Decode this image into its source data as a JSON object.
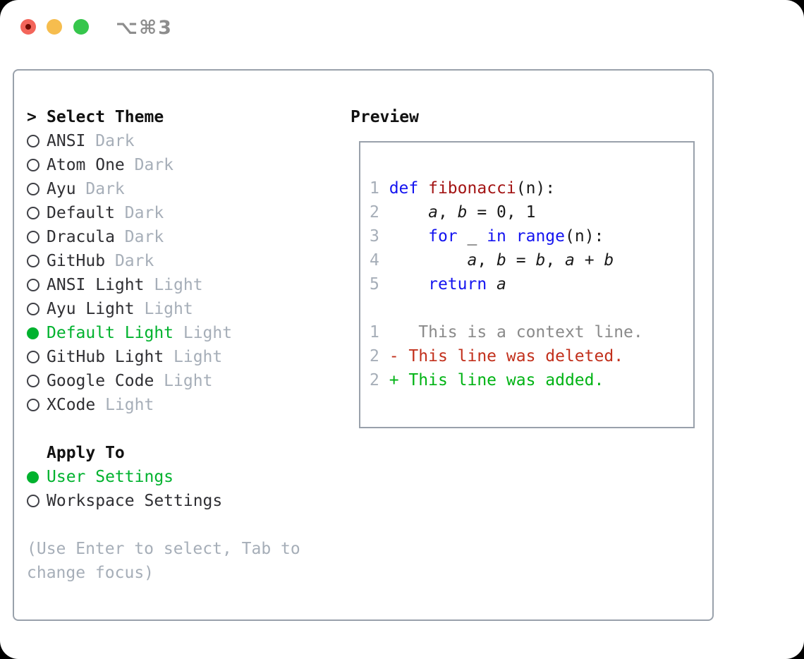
{
  "titlebar": {
    "title": "⌥⌘3"
  },
  "theme_selector": {
    "cursor": ">",
    "header": "Select Theme",
    "themes": [
      {
        "name": "ANSI",
        "variant": "Dark",
        "selected": false
      },
      {
        "name": "Atom One",
        "variant": "Dark",
        "selected": false
      },
      {
        "name": "Ayu",
        "variant": "Dark",
        "selected": false
      },
      {
        "name": "Default",
        "variant": "Dark",
        "selected": false
      },
      {
        "name": "Dracula",
        "variant": "Dark",
        "selected": false
      },
      {
        "name": "GitHub",
        "variant": "Dark",
        "selected": false
      },
      {
        "name": "ANSI Light",
        "variant": "Light",
        "selected": false
      },
      {
        "name": "Ayu Light",
        "variant": "Light",
        "selected": false
      },
      {
        "name": "Default Light",
        "variant": "Light",
        "selected": true
      },
      {
        "name": "GitHub Light",
        "variant": "Light",
        "selected": false
      },
      {
        "name": "Google Code",
        "variant": "Light",
        "selected": false
      },
      {
        "name": "XCode",
        "variant": "Light",
        "selected": false
      }
    ],
    "apply_to": {
      "header": "Apply To",
      "options": [
        {
          "name": "User Settings",
          "selected": true
        },
        {
          "name": "Workspace Settings",
          "selected": false
        }
      ]
    },
    "hint_lines": [
      "(Use Enter to select, Tab to",
      "change focus)"
    ]
  },
  "preview": {
    "header": "Preview",
    "lines": [
      {
        "num": "1",
        "tokens": [
          {
            "t": "def",
            "c": "kw"
          },
          {
            "t": " ",
            "c": "pl"
          },
          {
            "t": "fibonacci",
            "c": "fn"
          },
          {
            "t": "(n):",
            "c": "pl"
          }
        ]
      },
      {
        "num": "2",
        "tokens": [
          {
            "t": "    ",
            "c": "pl"
          },
          {
            "t": "a",
            "c": "var"
          },
          {
            "t": ", ",
            "c": "pl"
          },
          {
            "t": "b",
            "c": "var"
          },
          {
            "t": " = 0, 1",
            "c": "pl"
          }
        ]
      },
      {
        "num": "3",
        "tokens": [
          {
            "t": "    ",
            "c": "pl"
          },
          {
            "t": "for",
            "c": "kw"
          },
          {
            "t": " _ ",
            "c": "pl"
          },
          {
            "t": "in",
            "c": "kw"
          },
          {
            "t": " ",
            "c": "pl"
          },
          {
            "t": "range",
            "c": "kw"
          },
          {
            "t": "(n):",
            "c": "pl"
          }
        ]
      },
      {
        "num": "4",
        "tokens": [
          {
            "t": "        ",
            "c": "pl"
          },
          {
            "t": "a",
            "c": "var"
          },
          {
            "t": ", ",
            "c": "pl"
          },
          {
            "t": "b",
            "c": "var"
          },
          {
            "t": " = ",
            "c": "pl"
          },
          {
            "t": "b",
            "c": "var"
          },
          {
            "t": ", ",
            "c": "pl"
          },
          {
            "t": "a",
            "c": "var"
          },
          {
            "t": " + ",
            "c": "pl"
          },
          {
            "t": "b",
            "c": "var"
          }
        ]
      },
      {
        "num": "5",
        "tokens": [
          {
            "t": "    ",
            "c": "pl"
          },
          {
            "t": "return",
            "c": "kw"
          },
          {
            "t": " ",
            "c": "pl"
          },
          {
            "t": "a",
            "c": "var"
          }
        ]
      },
      {
        "num": "",
        "tokens": []
      },
      {
        "num": "1",
        "tokens": [
          {
            "t": "   This is a context line.",
            "c": "ctx"
          }
        ]
      },
      {
        "num": "2",
        "tokens": [
          {
            "t": "- This line was deleted.",
            "c": "del"
          }
        ]
      },
      {
        "num": "2",
        "tokens": [
          {
            "t": "+ This line was added.",
            "c": "add"
          }
        ]
      }
    ]
  },
  "colors": {
    "accent_green": "#00b22e",
    "keyword_blue": "#1414f0",
    "function_red": "#a31414",
    "deleted_red": "#c2301c",
    "added_green": "#00b314",
    "muted_gray": "#a6aeb8",
    "context_gray": "#8a8a8a",
    "text_dark": "#2f2f33",
    "border_gray": "#99a1ab"
  }
}
